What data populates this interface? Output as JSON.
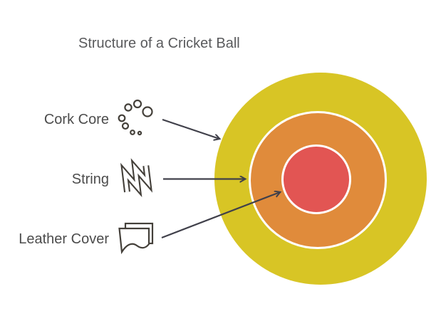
{
  "title": "Structure of a Cricket Ball",
  "labels": [
    {
      "text": "Cork Core",
      "icon": "cork-particles-icon"
    },
    {
      "text": "String",
      "icon": "string-squiggle-icon"
    },
    {
      "text": "Leather Cover",
      "icon": "leather-sheet-icon"
    }
  ],
  "ball": {
    "layers": [
      {
        "name": "outer ring",
        "color": "#d8c525"
      },
      {
        "name": "middle ring",
        "color": "#e08b3b"
      },
      {
        "name": "inner core",
        "color": "#e25553"
      }
    ],
    "ring_separator_color": "#ffffff"
  },
  "colors": {
    "background": "#ffffff",
    "title_text": "#595a5c",
    "label_text": "#4c4c4c",
    "arrow": "#40404a",
    "icon_stroke": "#44403a"
  }
}
